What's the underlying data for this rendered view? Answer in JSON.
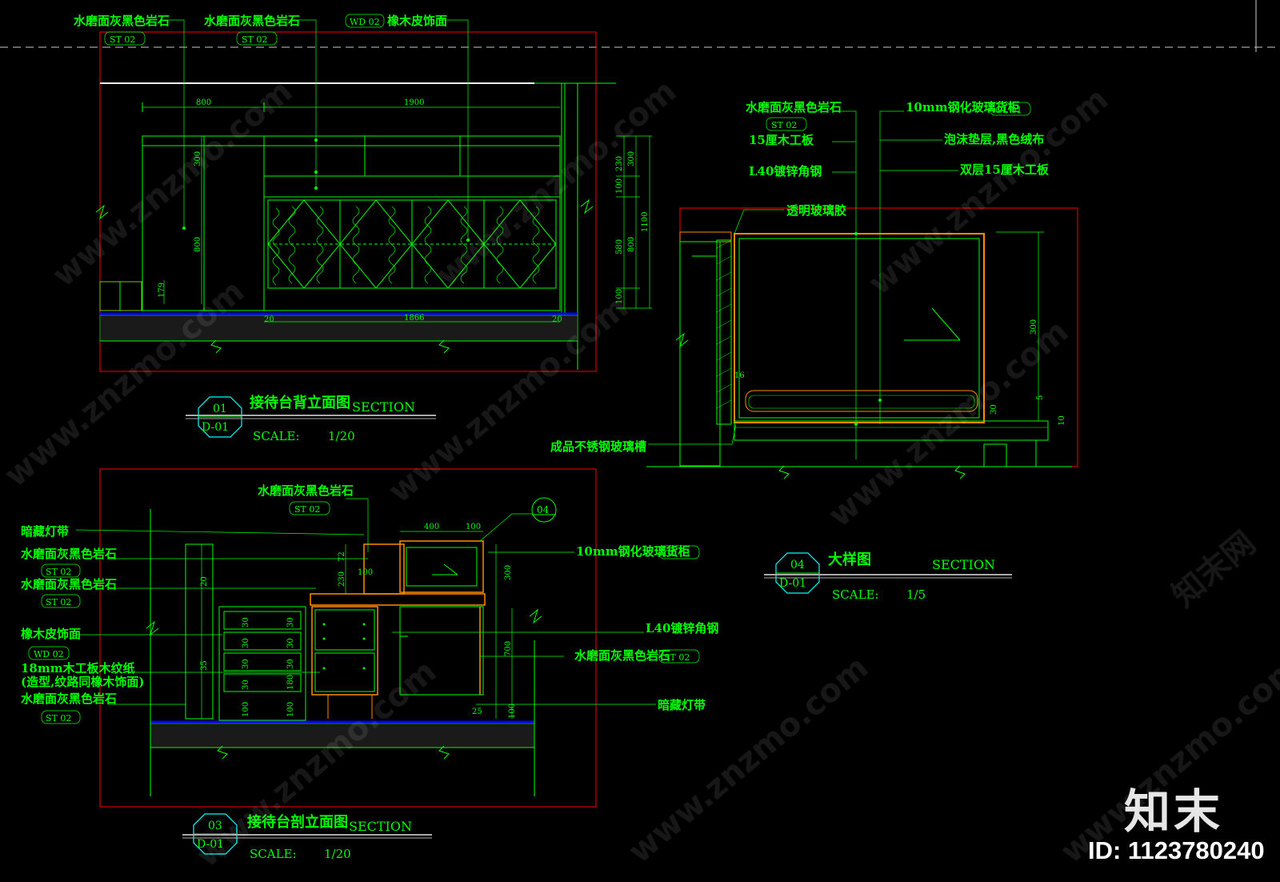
{
  "drawing": {
    "view01": {
      "number": "01",
      "sheet": "D-01",
      "title": "接待台背立面图",
      "section": "SECTION",
      "scale_label": "SCALE:",
      "scale_value": "1/20",
      "labels": {
        "stone1": "水磨面灰黑色岩石",
        "stone2": "水磨面灰黑色岩石",
        "oak": "橡木皮饰面",
        "tag_st1": "ST 02",
        "tag_st2": "ST 02",
        "tag_wd": "WD 02"
      },
      "dims": {
        "w800": "800",
        "w1900": "1900",
        "h300": "300",
        "h800": "800",
        "h179": "179",
        "w1866": "1866",
        "r230": "230",
        "r100": "100",
        "r580": "580",
        "r100b": "100",
        "r300": "300",
        "r800": "800",
        "r1100": "1100",
        "l20a": "20",
        "l20b": "20"
      }
    },
    "view03": {
      "number": "03",
      "sheet": "D-01",
      "title": "接待台剖立面图",
      "section": "SECTION",
      "scale_label": "SCALE:",
      "scale_value": "1/20",
      "labels": {
        "top_stone": "水磨面灰黑色岩石",
        "tag_top": "ST 02",
        "led1": "暗藏灯带",
        "stone_a": "水磨面灰黑色岩石",
        "tag_a": "ST 02",
        "stone_b": "水磨面灰黑色岩石",
        "tag_b": "ST 02",
        "oak": "橡木皮饰面",
        "tag_wd": "WD 02",
        "board1": "18mm木工板木纹纸",
        "board2": "(造型,纹路同橡木饰面)",
        "stone_c": "水磨面灰黑色岩石",
        "tag_c": "ST 02",
        "glass": "10mm钢化玻璃货柜",
        "tag_gl": "GL 01",
        "angle": "L40镀锌角钢",
        "stone_r": "水磨面灰黑色岩石",
        "tag_r": "ST 02",
        "led2": "暗藏灯带",
        "callout": "04"
      },
      "dims": {
        "d400": "400",
        "d100": "100",
        "d300": "300",
        "d700": "700",
        "d20": "20",
        "d35": "35",
        "d230": "230",
        "d72": "72",
        "d100b": "100",
        "d25": "25",
        "d100c": "100",
        "s1": "30",
        "s2": "30",
        "s3": "30",
        "s4": "30",
        "s5": "100",
        "t1": "30",
        "t2": "30",
        "t3": "30",
        "t4": "180",
        "t5": "100"
      }
    },
    "view04": {
      "number": "04",
      "sheet": "D-01",
      "title": "大样图",
      "section": "SECTION",
      "scale_label": "SCALE:",
      "scale_value": "1/5",
      "labels": {
        "stone": "水磨面灰黑色岩石",
        "tag_st": "ST 02",
        "board15": "15厘木工板",
        "angle": "L40镀锌角钢",
        "glass": "10mm钢化玻璃货柜",
        "tag_gl": "GL 01",
        "foam": "泡沫垫层,黑色绒布",
        "double": "双层15厘木工板",
        "sealant": "透明玻璃胶",
        "channel": "成品不锈钢玻璃槽"
      },
      "dims": {
        "h300": "300",
        "d16": "16",
        "d30": "30",
        "d5": "5",
        "d10": "10"
      }
    }
  },
  "watermark": {
    "site": "www.znzmo.com",
    "brand": "知末网",
    "logo": "知末",
    "id_text": "ID: 1123780240"
  },
  "colors": {
    "background": "#000000",
    "line": "#00ff00",
    "frame": "#ff0000",
    "accent": "#ff8c00",
    "floor": "#0000ff",
    "tag_outline": "#00ffff"
  }
}
